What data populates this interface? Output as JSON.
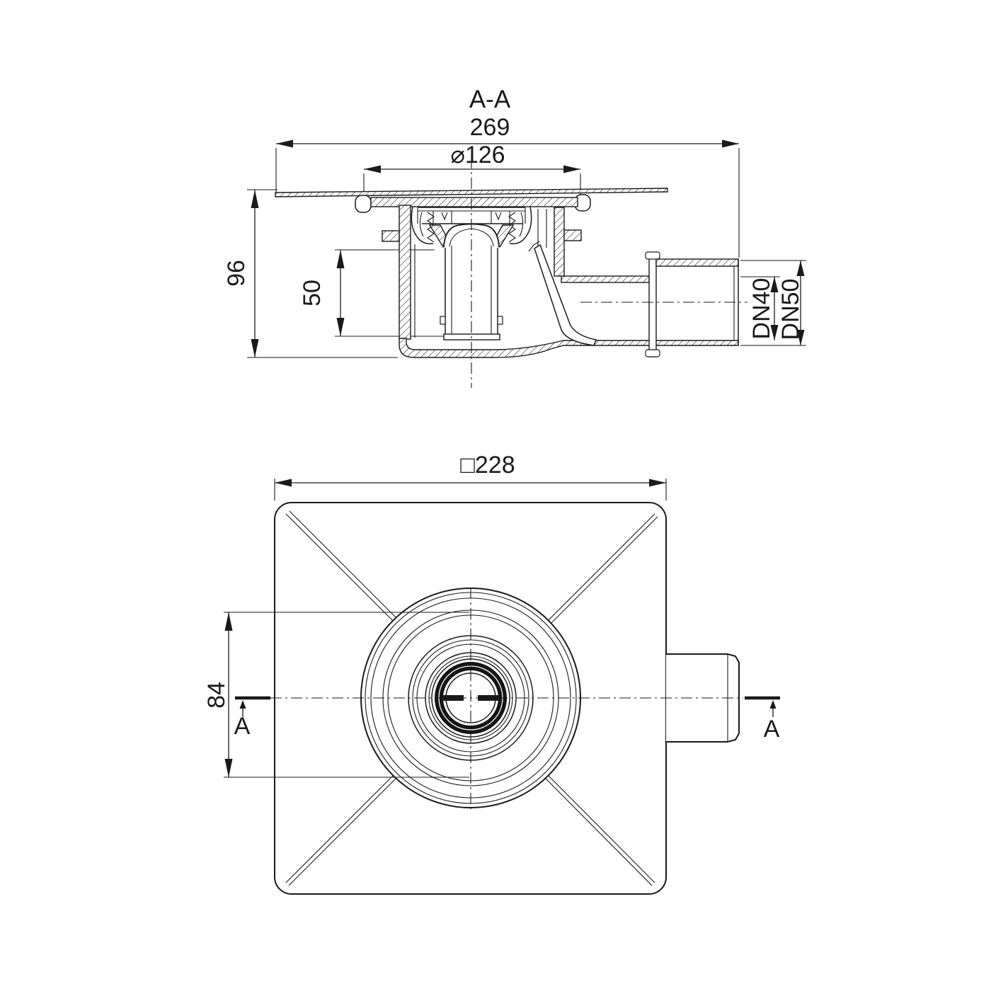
{
  "drawing": {
    "background": "#ffffff",
    "ink": "#1a1a1a",
    "section_view": {
      "title": "A-A",
      "dim_overall_width": "269",
      "dim_top_diameter": "⌀126",
      "dim_height": "96",
      "dim_water_seal": "50",
      "dim_outlet_small": "DN40",
      "dim_outlet_large": "DN50"
    },
    "plan_view": {
      "dim_square_size": "□228",
      "dim_offset": "84",
      "section_marker_left": "A",
      "section_marker_right": "A"
    }
  }
}
